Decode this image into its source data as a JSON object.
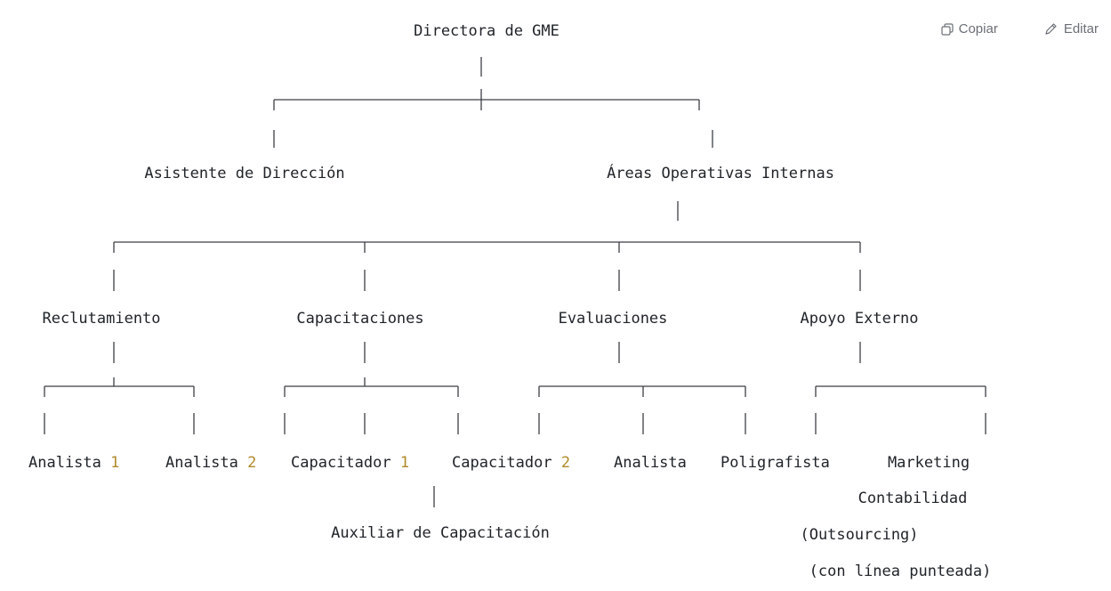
{
  "toolbar": {
    "copy_label": "Copiar",
    "edit_label": "Editar"
  },
  "org_chart": {
    "root": "Directora de GME",
    "level1": {
      "assistant": "Asistente de Dirección",
      "operations": "Áreas Operativas Internas"
    },
    "areas": {
      "recruitment": "Reclutamiento",
      "training": "Capacitaciones",
      "evaluations": "Evaluaciones",
      "external": "Apoyo Externo"
    },
    "recruitment_roles": {
      "analyst1": {
        "word": "Analista",
        "num": "1"
      },
      "analyst2": {
        "word": "Analista",
        "num": "2"
      }
    },
    "training_roles": {
      "trainer1": {
        "word": "Capacitador",
        "num": "1"
      },
      "trainer2": {
        "word": "Capacitador",
        "num": "2"
      },
      "assistant": "Auxiliar de Capacitación"
    },
    "evaluation_roles": {
      "analyst": "Analista",
      "polygraphist": "Poligrafista"
    },
    "external_roles": {
      "marketing": "Marketing",
      "accounting": "Contabilidad",
      "outsourcing": "(Outsourcing)",
      "dotted_line": "(con línea punteada)"
    }
  }
}
